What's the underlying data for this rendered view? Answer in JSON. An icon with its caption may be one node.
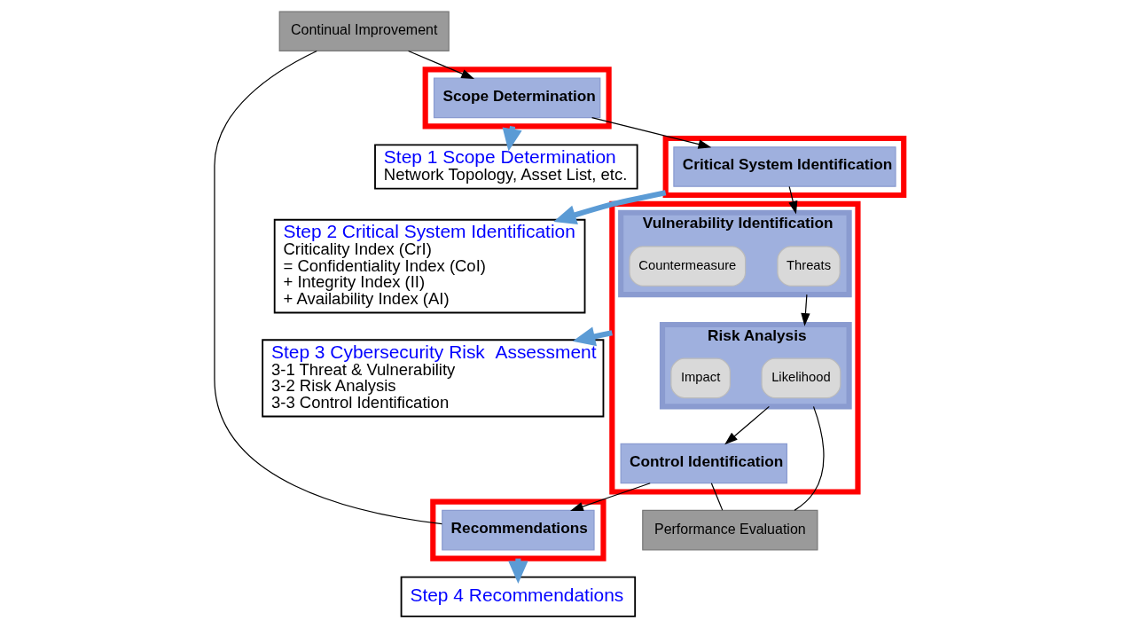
{
  "diagram": {
    "nodes": [
      {
        "text": [],
        "shape": "box"
      },
      {
        "text": [
          "Scope Determination"
        ],
        "in": 0
      },
      {
        "text": [],
        "shape": "box"
      },
      {
        "text": [
          "Critical System Identification"
        ],
        "in": 2
      },
      {
        "text": [],
        "shape": "box"
      },
      {
        "text": [
          "Vulnerability Identification"
        ],
        "in": 4
      },
      {
        "text": [
          "Threats"
        ],
        "in": 5
      },
      {
        "text": [
          "Countermeasure"
        ],
        "in": 5
      },
      {
        "text": [
          "Risk Analysis"
        ],
        "in": 4
      },
      {
        "text": [
          "Likelihood"
        ],
        "in": 8
      },
      {
        "text": [
          "Impact"
        ],
        "in": 8
      },
      {
        "text": [
          "Control Identification"
        ],
        "in": 4
      },
      {
        "text": [],
        "shape": "box"
      },
      {
        "text": [
          "Recommendations"
        ],
        "in": 12
      },
      {
        "text": [
          "Continual Improvement"
        ]
      },
      {
        "text": [
          "Performance Evaluation"
        ]
      },
      {
        "text": [
          "Step 1 Scope Determination",
          "Network Topology, Asset List, etc."
        ]
      },
      {
        "text": [
          "Step 2 Critical System Identification",
          "Criticality Index (CrI)",
          "= Confidentiality Index (CoI)",
          "+ Integrity Index (II)",
          "+ Availability Index (AI)"
        ]
      },
      {
        "text": [
          "Step 3 Cybersecurity Risk  Assessment",
          "3-1 Threat & Vulnerability",
          "3-2 Risk Analysis",
          "3-3 Control Identification"
        ]
      },
      {
        "text": [
          "Step 4 Recommendations"
        ]
      }
    ],
    "edges": [
      {
        "from": 1,
        "to": 3,
        "arrow": "to"
      },
      {
        "from": 3,
        "to": 5,
        "arrow": "to"
      },
      {
        "from": 5,
        "to": 8,
        "arrow": "to"
      },
      {
        "from": 8,
        "to": 11,
        "arrow": "to"
      },
      {
        "from": 11,
        "to": 13,
        "arrow": "to"
      },
      {
        "from": 13,
        "to": 14,
        "arrow": "none"
      },
      {
        "from": 14,
        "to": 1,
        "arrow": "to"
      },
      {
        "from": 8,
        "to": 15,
        "arrow": "none"
      },
      {
        "from": 11,
        "to": 15,
        "arrow": "none"
      },
      {
        "from": 0,
        "to": 16,
        "arrow": "to",
        "style": "thick",
        "color": "#5b9bd5"
      },
      {
        "from": 2,
        "to": 17,
        "arrow": "to",
        "style": "thick",
        "color": "#5b9bd5"
      },
      {
        "from": 4,
        "to": 18,
        "arrow": "to",
        "style": "thick",
        "color": "#5b9bd5"
      },
      {
        "from": 12,
        "to": 19,
        "arrow": "to",
        "style": "thick",
        "color": "#5b9bd5"
      }
    ]
  }
}
